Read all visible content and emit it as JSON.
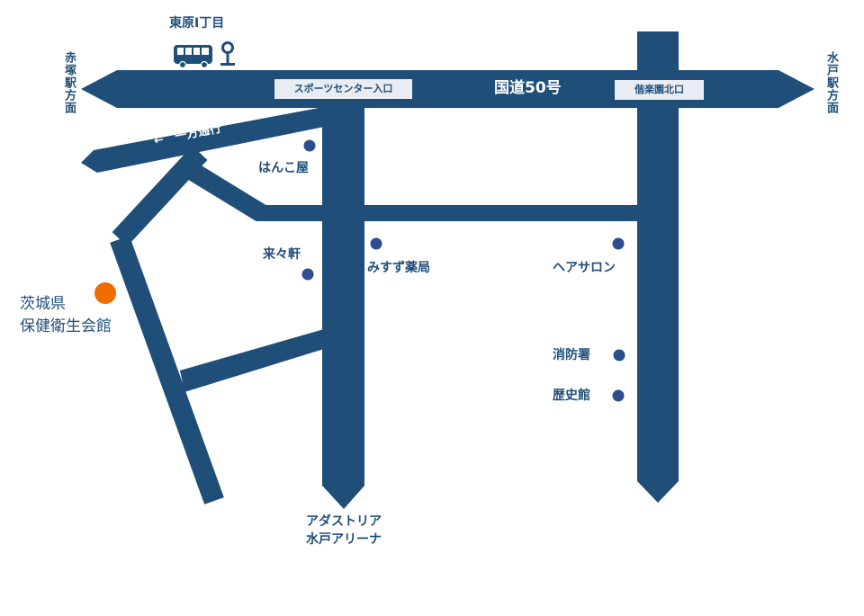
{
  "bus_stop": {
    "name": "東原Ⅰ丁目",
    "icon": "bus-icon",
    "pin_icon": "bus-stop-pin-icon"
  },
  "route50": {
    "name": "国道50号"
  },
  "intersections": {
    "sports_center": "スポーツセンター入口",
    "kairakuen": "偕楽園北口"
  },
  "directions": {
    "left": "赤塚駅方面",
    "right": "水戸駅方面"
  },
  "one_way": {
    "label": "←　一方通行"
  },
  "landmarks": {
    "hankoya": "はんこ屋",
    "raiken": "来々軒",
    "misuzu": "みすず薬局",
    "hair_salon": "ヘアサロン",
    "fire_station": "消防署",
    "history_museum": "歴史館"
  },
  "destination": {
    "line1": "茨城県",
    "line2": "保健衛生会館"
  },
  "arena": {
    "line1": "アダストリア",
    "line2": "水戸アリーナ"
  },
  "colors": {
    "road": "#1f4e79",
    "label_bg": "#e9ecf2",
    "marker": "#2e4f8e",
    "destination": "#f06b00"
  }
}
